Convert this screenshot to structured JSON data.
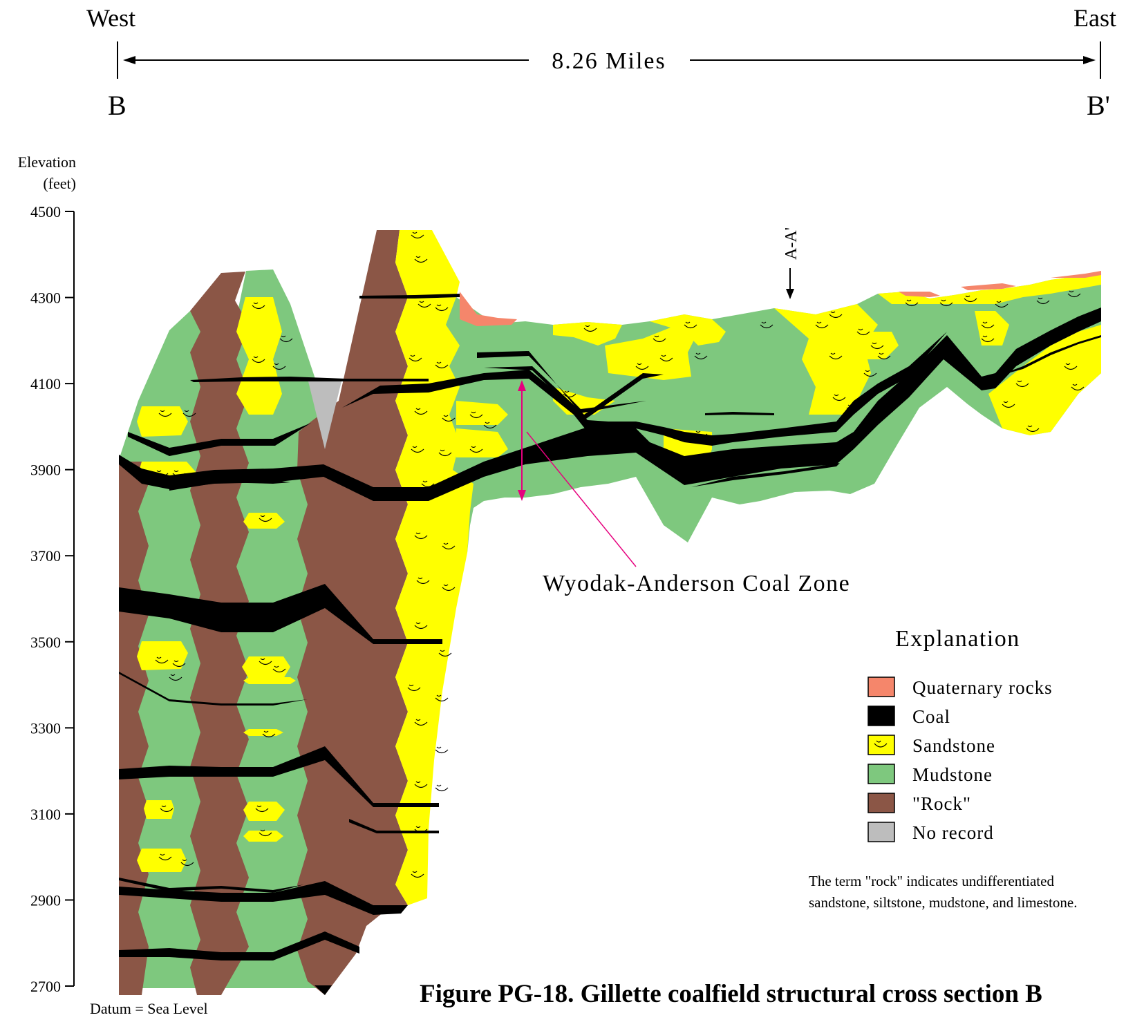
{
  "header": {
    "west": "West",
    "east": "East",
    "distance": "8.26 Miles",
    "left_label": "B",
    "right_label": "B'"
  },
  "axis": {
    "title_line1": "Elevation",
    "title_line2": "(feet)",
    "ticks": [
      "4500",
      "4300",
      "4100",
      "3900",
      "3700",
      "3500",
      "3300",
      "3100",
      "2900",
      "2700"
    ],
    "datum": "Datum = Sea Level",
    "range_feet": [
      2700,
      4500
    ]
  },
  "annotations": {
    "crossing_section": "A-A'",
    "coal_zone": "Wyodak-Anderson Coal Zone"
  },
  "legend": {
    "title": "Explanation",
    "items": [
      {
        "label": "Quaternary rocks",
        "color": "#f5866b",
        "pattern": "none"
      },
      {
        "label": "Coal",
        "color": "#000000",
        "pattern": "none"
      },
      {
        "label": "Sandstone",
        "color": "#ffff00",
        "pattern": "sand-marks"
      },
      {
        "label": "Mudstone",
        "color": "#7ec87e",
        "pattern": "none"
      },
      {
        "label": "\"Rock\"",
        "color": "#8b5646",
        "pattern": "none"
      },
      {
        "label": "No record",
        "color": "#bdbdbd",
        "pattern": "none"
      }
    ],
    "note_line1": "The term \"rock\" indicates undifferentiated",
    "note_line2": "sandstone, siltstone, mudstone, and limestone."
  },
  "figure_title": "Figure PG-18.  Gillette coalfield structural cross section B",
  "colors": {
    "quaternary": "#f5866b",
    "coal": "#000000",
    "sandstone": "#ffff00",
    "mudstone": "#7ec87e",
    "rock": "#8b5646",
    "no_record": "#bdbdbd",
    "coal_zone_marker": "#e6007e"
  }
}
